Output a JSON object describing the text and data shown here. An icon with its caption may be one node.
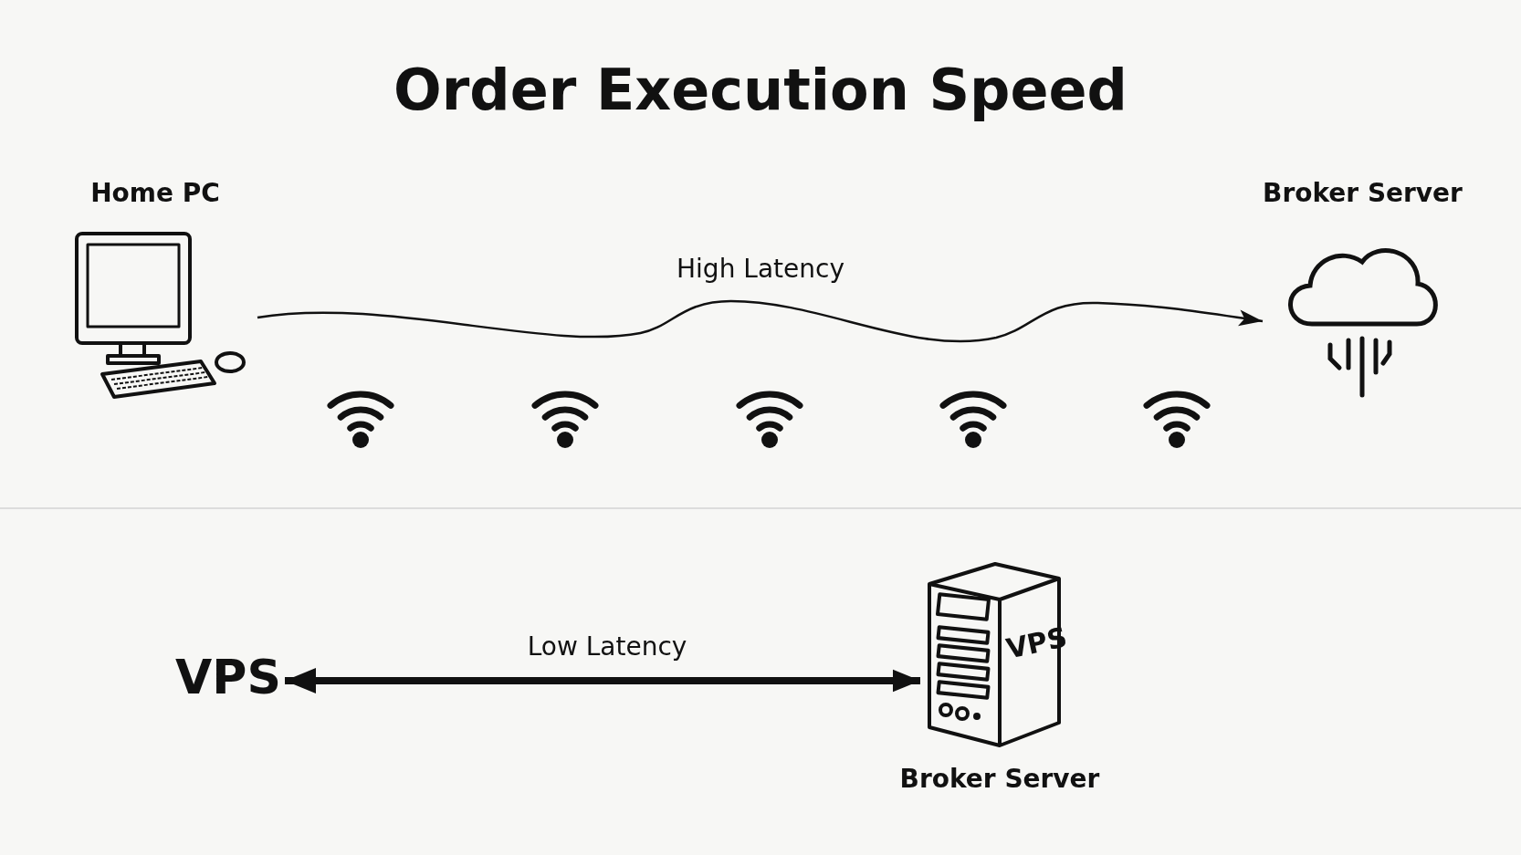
{
  "diagram": {
    "title": "Order Execution Speed",
    "nodes": [
      {
        "text": [
          "Home PC"
        ]
      },
      {
        "text": [
          "Broker Server"
        ]
      },
      {
        "text": [
          "VPS"
        ]
      },
      {
        "text": [
          "VPS",
          "Broker Server"
        ]
      }
    ],
    "edges": [
      {
        "from": 0,
        "to": 1,
        "arrow": "to",
        "label": "High Latency"
      },
      {
        "from": 2,
        "to": 3,
        "arrow": "both",
        "label": "Low Latency",
        "style": "thick"
      }
    ]
  }
}
